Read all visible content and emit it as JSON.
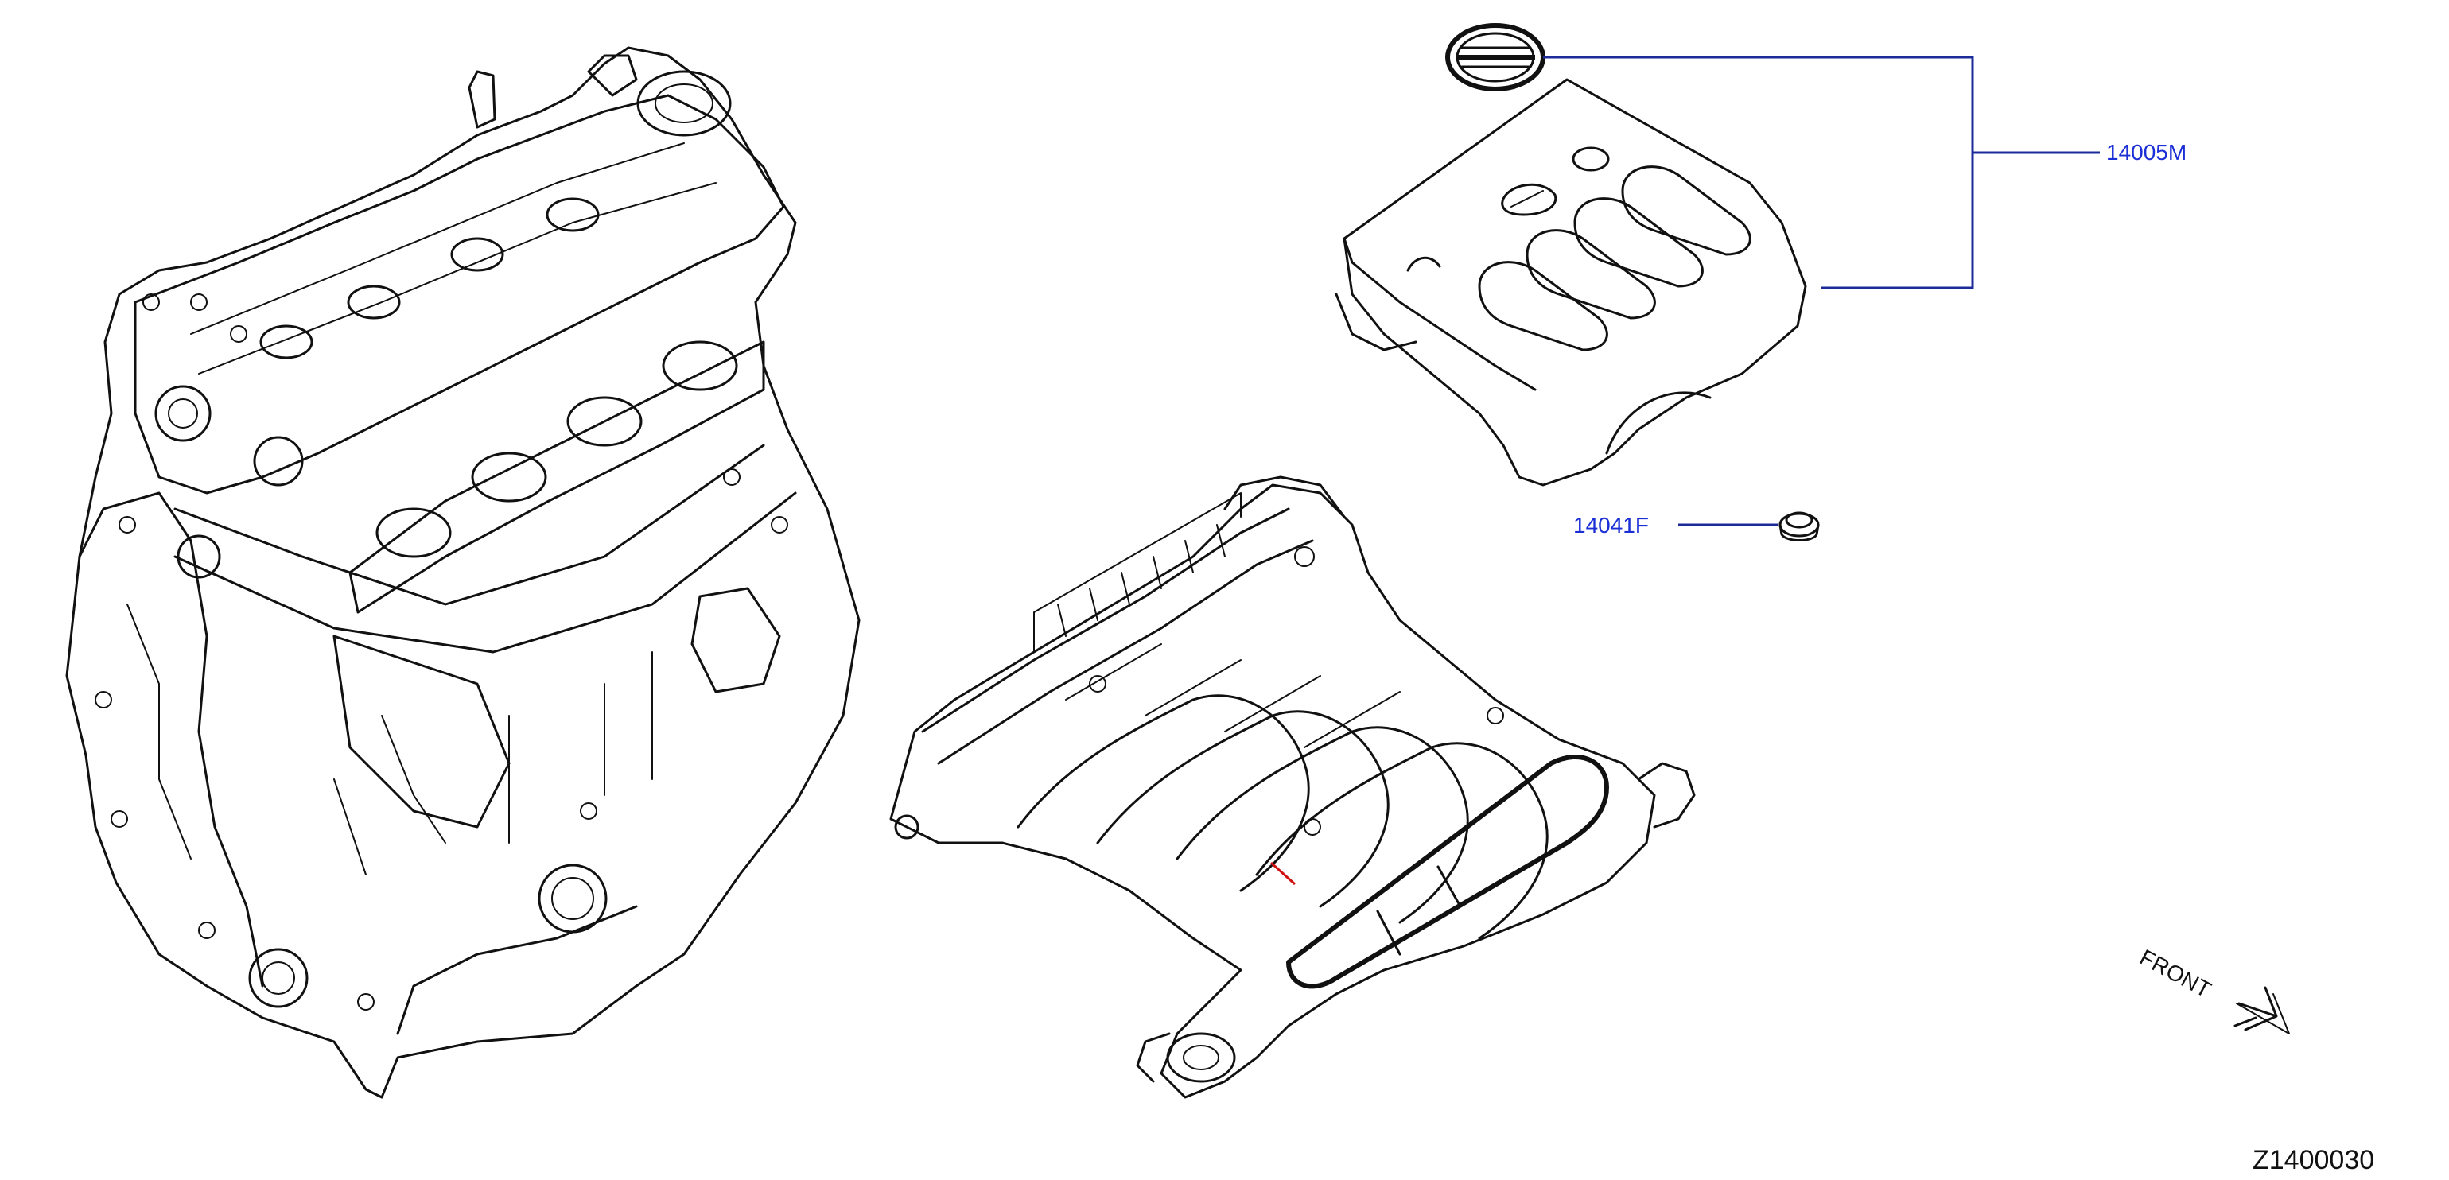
{
  "diagram": {
    "callouts": [
      {
        "label": "14005M"
      },
      {
        "label": "14041F"
      }
    ],
    "front_label": "FRONT",
    "figure_id": "Z1400030",
    "colors": {
      "line": "#111111",
      "callout_text": "#1b2fd6",
      "leader": "#1b2b9a",
      "accent_mark": "#d11010"
    }
  }
}
